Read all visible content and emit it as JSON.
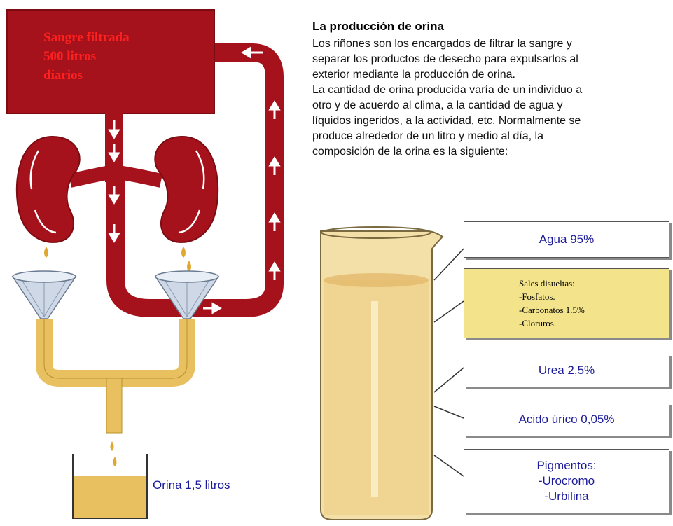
{
  "blood": {
    "label_lines": [
      "Sangre filtrada",
      "500 litros",
      "diarios"
    ]
  },
  "urine": {
    "label": "Orina 1,5 litros"
  },
  "article": {
    "title": "La producción de orina",
    "paragraph1_lines": [
      "Los riñones son los encargados de filtrar la sangre y",
      "separar los productos de desecho para expulsarlos al",
      "exterior mediante la producción de orina."
    ],
    "paragraph2_lines": [
      "La cantidad de orina producida varía de un individuo a",
      "otro y de acuerdo al clima, a la cantidad de agua y",
      "líquidos ingeridos, a la actividad, etc. Normalmente se",
      "produce alrededor de un litro y medio al día, la",
      "composición de la orina es la siguiente:"
    ]
  },
  "composition": {
    "agua": "Agua 95%",
    "sales": [
      "Sales disueltas:",
      "-Fosfatos.",
      "-Carbonatos 1.5%",
      "-Cloruros."
    ],
    "urea": "Urea 2,5%",
    "acido": "Acido úrico 0,05%",
    "pigmentos": [
      "Pigmentos:",
      "-Urocromo",
      "-Urbilina"
    ]
  },
  "colors": {
    "blood": "#a5121c",
    "blood_dark": "#7a0c12",
    "urine": "#e8c060",
    "urine_dark": "#b8902c",
    "label_blue": "#1a1a9a",
    "highlight_box": "#f3e48c"
  },
  "icons": [
    "flow-arrow-icon",
    "filter-funnel-icon",
    "drop-icon"
  ]
}
